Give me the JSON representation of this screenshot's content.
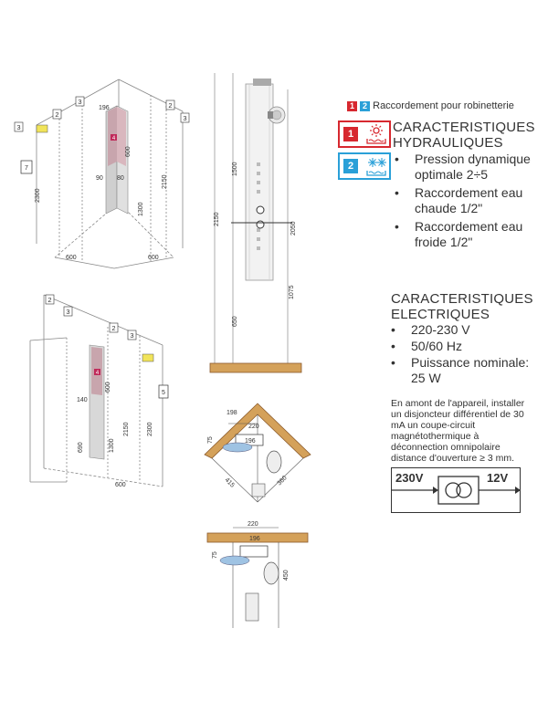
{
  "legend": {
    "badge_1": "1",
    "badge_2": "2",
    "text": "Raccordement pour robinetterie",
    "color_1": "#d7282f",
    "color_2": "#2aa0d8"
  },
  "hydraulic": {
    "title_1": "CARACTERISTIQUES",
    "title_2": "HYDRAULIQUES",
    "icon_1_label": "1",
    "icon_2_label": "2",
    "items": [
      "Pression dynamique optimale 2÷5",
      "Raccordement eau chaude 1/2\"",
      "Raccordement eau froide 1/2\""
    ]
  },
  "electric": {
    "title_1": "CARACTERISTIQUES",
    "title_2": "ELECTRIQUES",
    "items": [
      "220-230 V",
      "50/60 Hz",
      "Puissance nominale: 25 W"
    ],
    "note": "En amont de l'appareil, installer un disjoncteur différentiel de 30 mA un coupe-circuit magnétothermique à déconnection omnipolaire distance d'ouverture ≥ 3 mm.",
    "transformer": {
      "in": "230V",
      "out": "12V"
    }
  },
  "diagram1": {
    "tags": [
      "3",
      "2",
      "3",
      "2",
      "3"
    ],
    "dims": [
      "196",
      "600",
      "80",
      "90",
      "2300",
      "2150",
      "1300",
      "600",
      "600"
    ],
    "marker": "4",
    "side_tag": "7"
  },
  "diagram2": {
    "tags": [
      "2",
      "3",
      "2",
      "3"
    ],
    "dims": [
      "140",
      "600",
      "2150",
      "2300",
      "1300",
      "690",
      "600"
    ],
    "marker": "4",
    "side_tag": "5"
  },
  "column": {
    "dims": [
      "1500",
      "2150",
      "2050",
      "1075",
      "650"
    ]
  },
  "corner_top": {
    "dims": [
      "198",
      "220",
      "196",
      "75",
      "415",
      "360"
    ]
  },
  "corner_bottom": {
    "dims": [
      "220",
      "196",
      "75",
      "450"
    ]
  }
}
